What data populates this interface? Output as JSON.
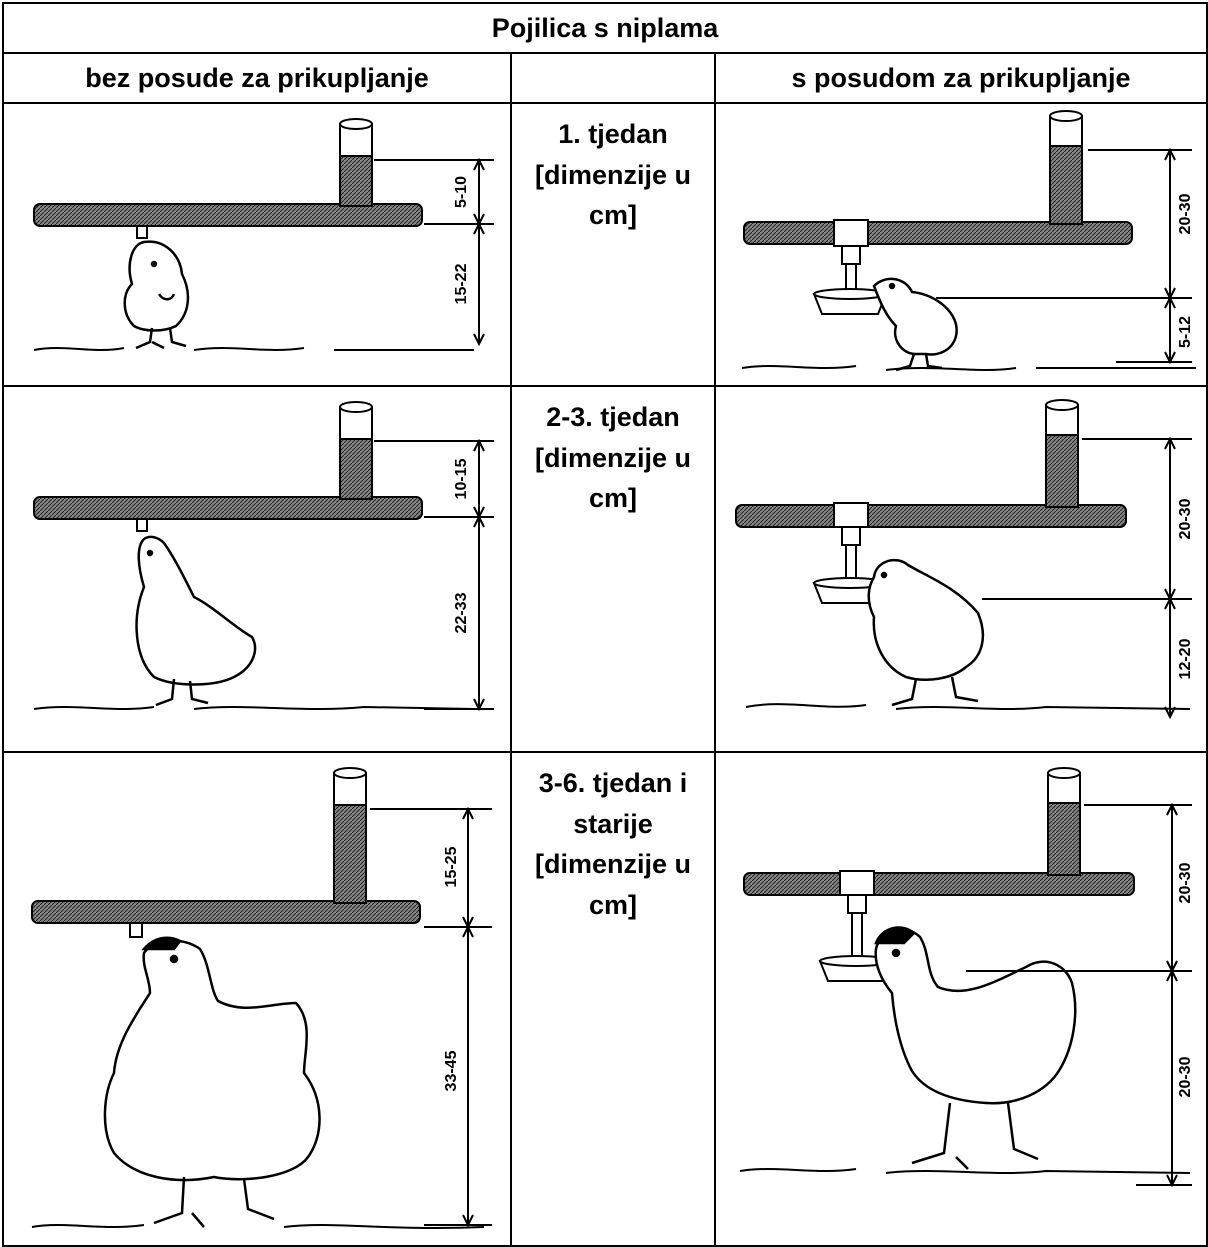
{
  "table": {
    "title": "Pojilica s niplama",
    "headers": {
      "left": "bez posude za prikupljanje",
      "middle": "",
      "right": "s posudom za prikupljanje"
    },
    "rows": [
      {
        "age_lines": [
          "1. tjedan",
          "[dimenzije u",
          "cm]"
        ],
        "left_dims": [
          "5-10",
          "15-22"
        ],
        "right_dims": [
          "20-30",
          "5-12"
        ]
      },
      {
        "age_lines": [
          "2-3. tjedan",
          "[dimenzije u",
          "cm]"
        ],
        "left_dims": [
          "10-15",
          "22-33"
        ],
        "right_dims": [
          "20-30",
          "12-20"
        ]
      },
      {
        "age_lines": [
          "3-6. tjedan i",
          "starije",
          "[dimenzije u",
          "cm]"
        ],
        "left_dims": [
          "15-25",
          "33-45"
        ],
        "right_dims": [
          "20-30",
          "20-30"
        ]
      }
    ]
  },
  "colors": {
    "ink": "#000000",
    "pipe_fill": "#7a7a7a",
    "background": "#ffffff"
  },
  "icons": [
    "water-pipe-icon",
    "nipple-drinker-icon",
    "drip-cup-icon",
    "chick-icon",
    "young-chicken-icon",
    "hen-icon",
    "dimension-arrow-icon"
  ]
}
